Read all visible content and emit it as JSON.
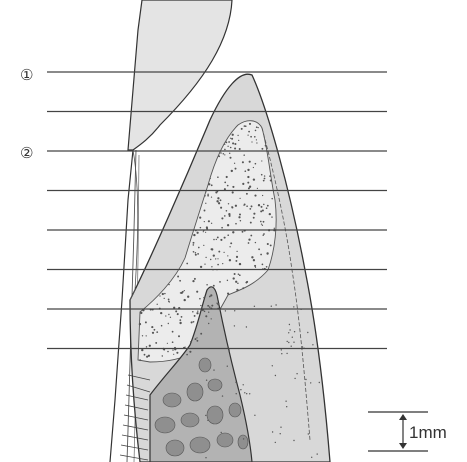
{
  "markers": [
    {
      "label": "①"
    },
    {
      "label": "②"
    }
  ],
  "scale_bar": {
    "label": "1mm"
  },
  "level_line_count": 8,
  "colors": {
    "crown": "#e6e6e6",
    "gingiva": "#d9d9d9",
    "stippled_layer": "#efefef",
    "bone": "#b5b5b5",
    "outline": "#333333",
    "lines": "#444444"
  }
}
